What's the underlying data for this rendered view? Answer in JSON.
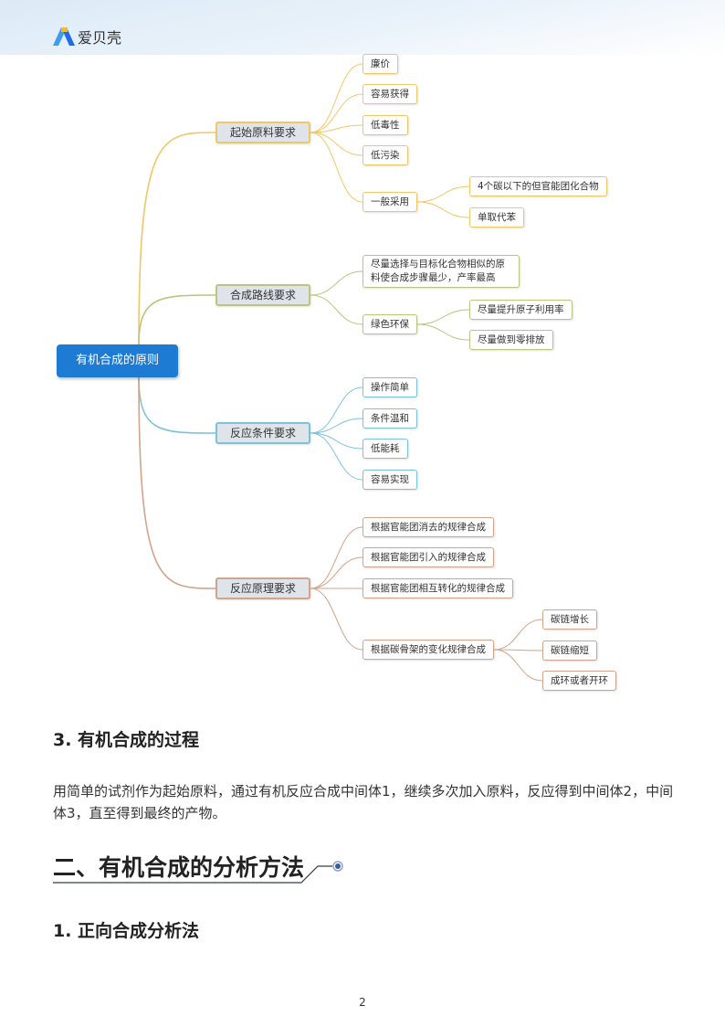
{
  "header": {
    "logo_text": "爱贝壳"
  },
  "mindmap": {
    "root": "有机合成的原则",
    "colors": {
      "b1": "#f0c766",
      "b2": "#bcc47e",
      "b3": "#7cc3da",
      "b4": "#d2a48b",
      "root": "#1e7bd4"
    },
    "b1": {
      "label": "起始原料要求",
      "items": [
        "廉价",
        "容易获得",
        "低毒性",
        "低污染",
        "一般采用"
      ],
      "sub": [
        "4个碳以下的但官能团化合物",
        "单取代苯"
      ]
    },
    "b2": {
      "label": "合成路线要求",
      "items": [
        "尽量选择与目标化合物相似的原料使合成步骤最少，产率最高",
        "绿色环保"
      ],
      "sub": [
        "尽量提升原子利用率",
        "尽量做到零排放"
      ]
    },
    "b3": {
      "label": "反应条件要求",
      "items": [
        "操作简单",
        "条件温和",
        "低能耗",
        "容易实现"
      ]
    },
    "b4": {
      "label": "反应原理要求",
      "items": [
        "根据官能团消去的规律合成",
        "根据官能团引入的规律合成",
        "根据官能团相互转化的规律合成",
        "根据碳骨架的变化规律合成"
      ],
      "sub": [
        "碳链增长",
        "碳链缩短",
        "成环或者开环"
      ]
    }
  },
  "section3": {
    "title": "3. 有机合成的过程",
    "body": "用简单的试剂作为起始原料，通过有机反应合成中间体1，继续多次加入原料，反应得到中间体2，中间体3，直至得到最终的产物。"
  },
  "chapter2": {
    "title": "二、有机合成的分析方法"
  },
  "section1": {
    "title": "1. 正向合成分析法"
  },
  "page_number": "2"
}
